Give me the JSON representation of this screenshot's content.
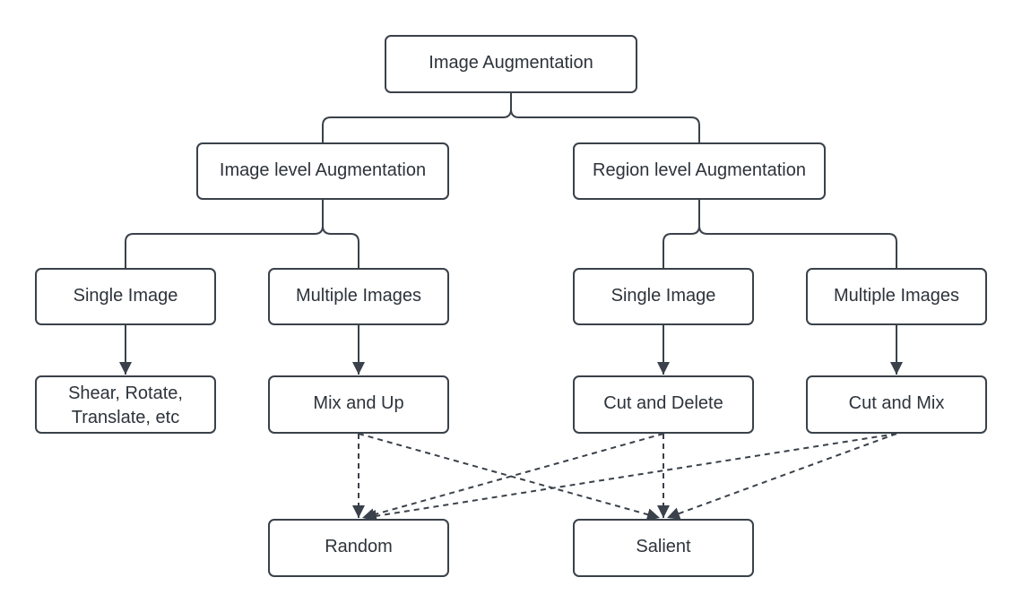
{
  "diagram": {
    "nodes": {
      "root": "Image Augmentation",
      "image_level": "Image level Augmentation",
      "region_level": "Region level Augmentation",
      "il_single": "Single Image",
      "il_multiple": "Multiple Images",
      "rl_single": "Single Image",
      "rl_multiple": "Multiple Images",
      "shear_line1": "Shear, Rotate,",
      "shear_line2": "Translate, etc",
      "mix_up": "Mix and Up",
      "cut_delete": "Cut and Delete",
      "cut_mix": "Cut and Mix",
      "random": "Random",
      "salient": "Salient"
    },
    "edges": [
      {
        "from": "root",
        "to": "image_level",
        "style": "solid"
      },
      {
        "from": "root",
        "to": "region_level",
        "style": "solid"
      },
      {
        "from": "image_level",
        "to": "il_single",
        "style": "solid"
      },
      {
        "from": "image_level",
        "to": "il_multiple",
        "style": "solid"
      },
      {
        "from": "region_level",
        "to": "rl_single",
        "style": "solid"
      },
      {
        "from": "region_level",
        "to": "rl_multiple",
        "style": "solid"
      },
      {
        "from": "il_single",
        "to": "shear",
        "style": "solid-arrow"
      },
      {
        "from": "il_multiple",
        "to": "mix_up",
        "style": "solid-arrow"
      },
      {
        "from": "rl_single",
        "to": "cut_delete",
        "style": "solid-arrow"
      },
      {
        "from": "rl_multiple",
        "to": "cut_mix",
        "style": "solid-arrow"
      },
      {
        "from": "mix_up",
        "to": "random",
        "style": "dashed-arrow"
      },
      {
        "from": "mix_up",
        "to": "salient",
        "style": "dashed-arrow"
      },
      {
        "from": "cut_delete",
        "to": "random",
        "style": "dashed-arrow"
      },
      {
        "from": "cut_delete",
        "to": "salient",
        "style": "dashed-arrow"
      },
      {
        "from": "cut_mix",
        "to": "random",
        "style": "dashed-arrow"
      },
      {
        "from": "cut_mix",
        "to": "salient",
        "style": "dashed-arrow"
      }
    ]
  }
}
